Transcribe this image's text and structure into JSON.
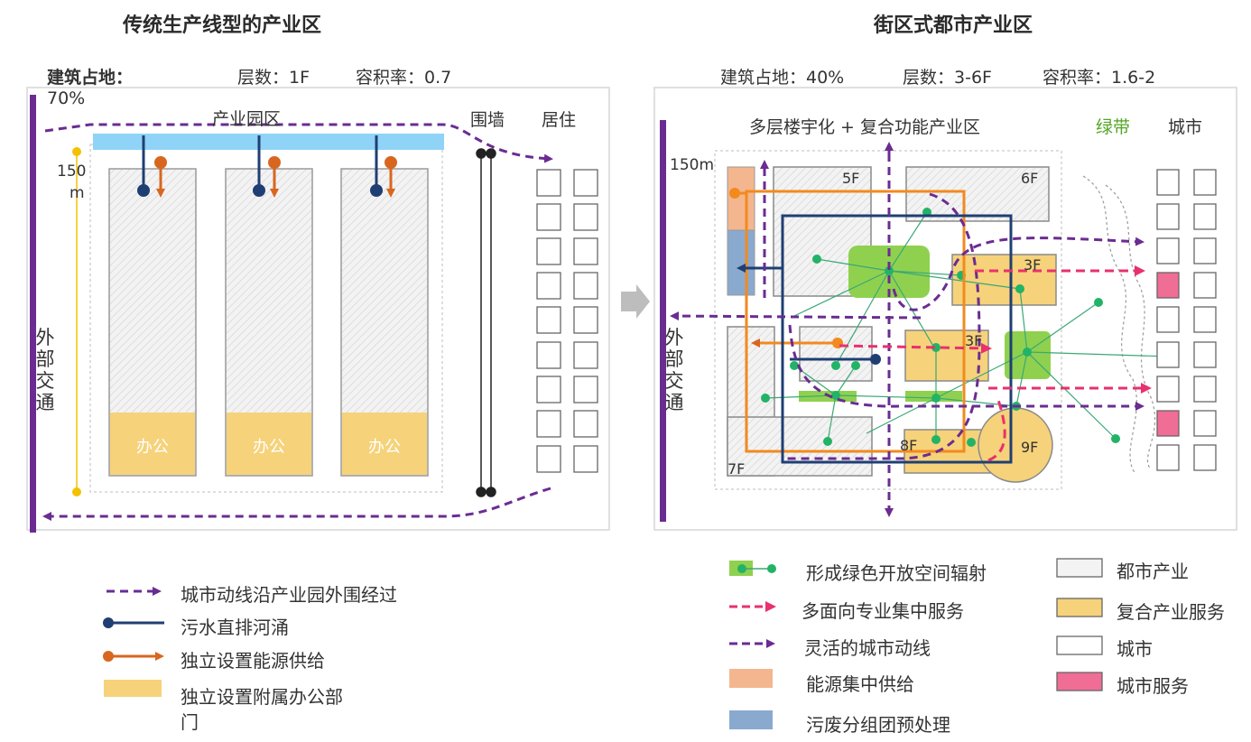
{
  "left": {
    "title": "传统生产线型的产业区",
    "stat_coverage_label": "建筑占地：",
    "stat_coverage_value": "70%",
    "stat_floors": "层数：1F",
    "stat_far": "容积率：0.7",
    "zone_label": "产业园区",
    "wall_label": "围墙",
    "residential_label": "居住",
    "size_label_num": "150",
    "size_label_unit": "m",
    "transport_label": "外部交通",
    "office_label": "办公"
  },
  "right": {
    "title": "街区式都市产业区",
    "stat_coverage": "建筑占地：40%",
    "stat_floors": "层数：3-6F",
    "stat_far": "容积率：1.6-2",
    "zone_label": "多层楼宇化 + 复合功能产业区",
    "green_belt_label": "绿带",
    "city_label": "城市",
    "size_label": "150m",
    "transport_label": "外部交通",
    "floors": [
      "5F",
      "6F",
      "3F",
      "3F",
      "8F",
      "9F",
      "7F"
    ]
  },
  "legend_left": [
    {
      "icon": "dashed-purple-arrow-icon",
      "label": "城市动线沿产业园外围经过"
    },
    {
      "icon": "navy-dot-line-icon",
      "label": "污水直排河涌"
    },
    {
      "icon": "orange-dot-arrow-icon",
      "label": "独立设置能源供给"
    },
    {
      "icon": "yellow-box-icon",
      "label_line1": "独立设置附属办公部",
      "label_line2": "门"
    }
  ],
  "legend_right_a": [
    {
      "icon": "green-node-icon",
      "label": "形成绿色开放空间辐射"
    },
    {
      "icon": "dashed-pink-arrow-icon",
      "label": "多面向专业集中服务"
    },
    {
      "icon": "dashed-purple-arrow-icon",
      "label": "灵活的城市动线"
    },
    {
      "icon": "salmon-box-icon",
      "label": "能源集中供给"
    },
    {
      "icon": "steel-blue-box-icon",
      "label": "污废分组团预处理"
    }
  ],
  "legend_right_b": [
    {
      "icon": "gray-box-icon",
      "label": "都市产业"
    },
    {
      "icon": "yellow-box-icon",
      "label": "复合产业服务"
    },
    {
      "icon": "white-box-icon",
      "label": "城市"
    },
    {
      "icon": "pink-box-icon",
      "label": "城市服务"
    }
  ],
  "colors": {
    "purple": "#6a2c91",
    "navy": "#1f3f73",
    "orange": "#d9661f",
    "yellow": "#f6d27a",
    "green": "#8fd14f",
    "pink": "#e8316e",
    "sky": "#8fd3f7"
  }
}
